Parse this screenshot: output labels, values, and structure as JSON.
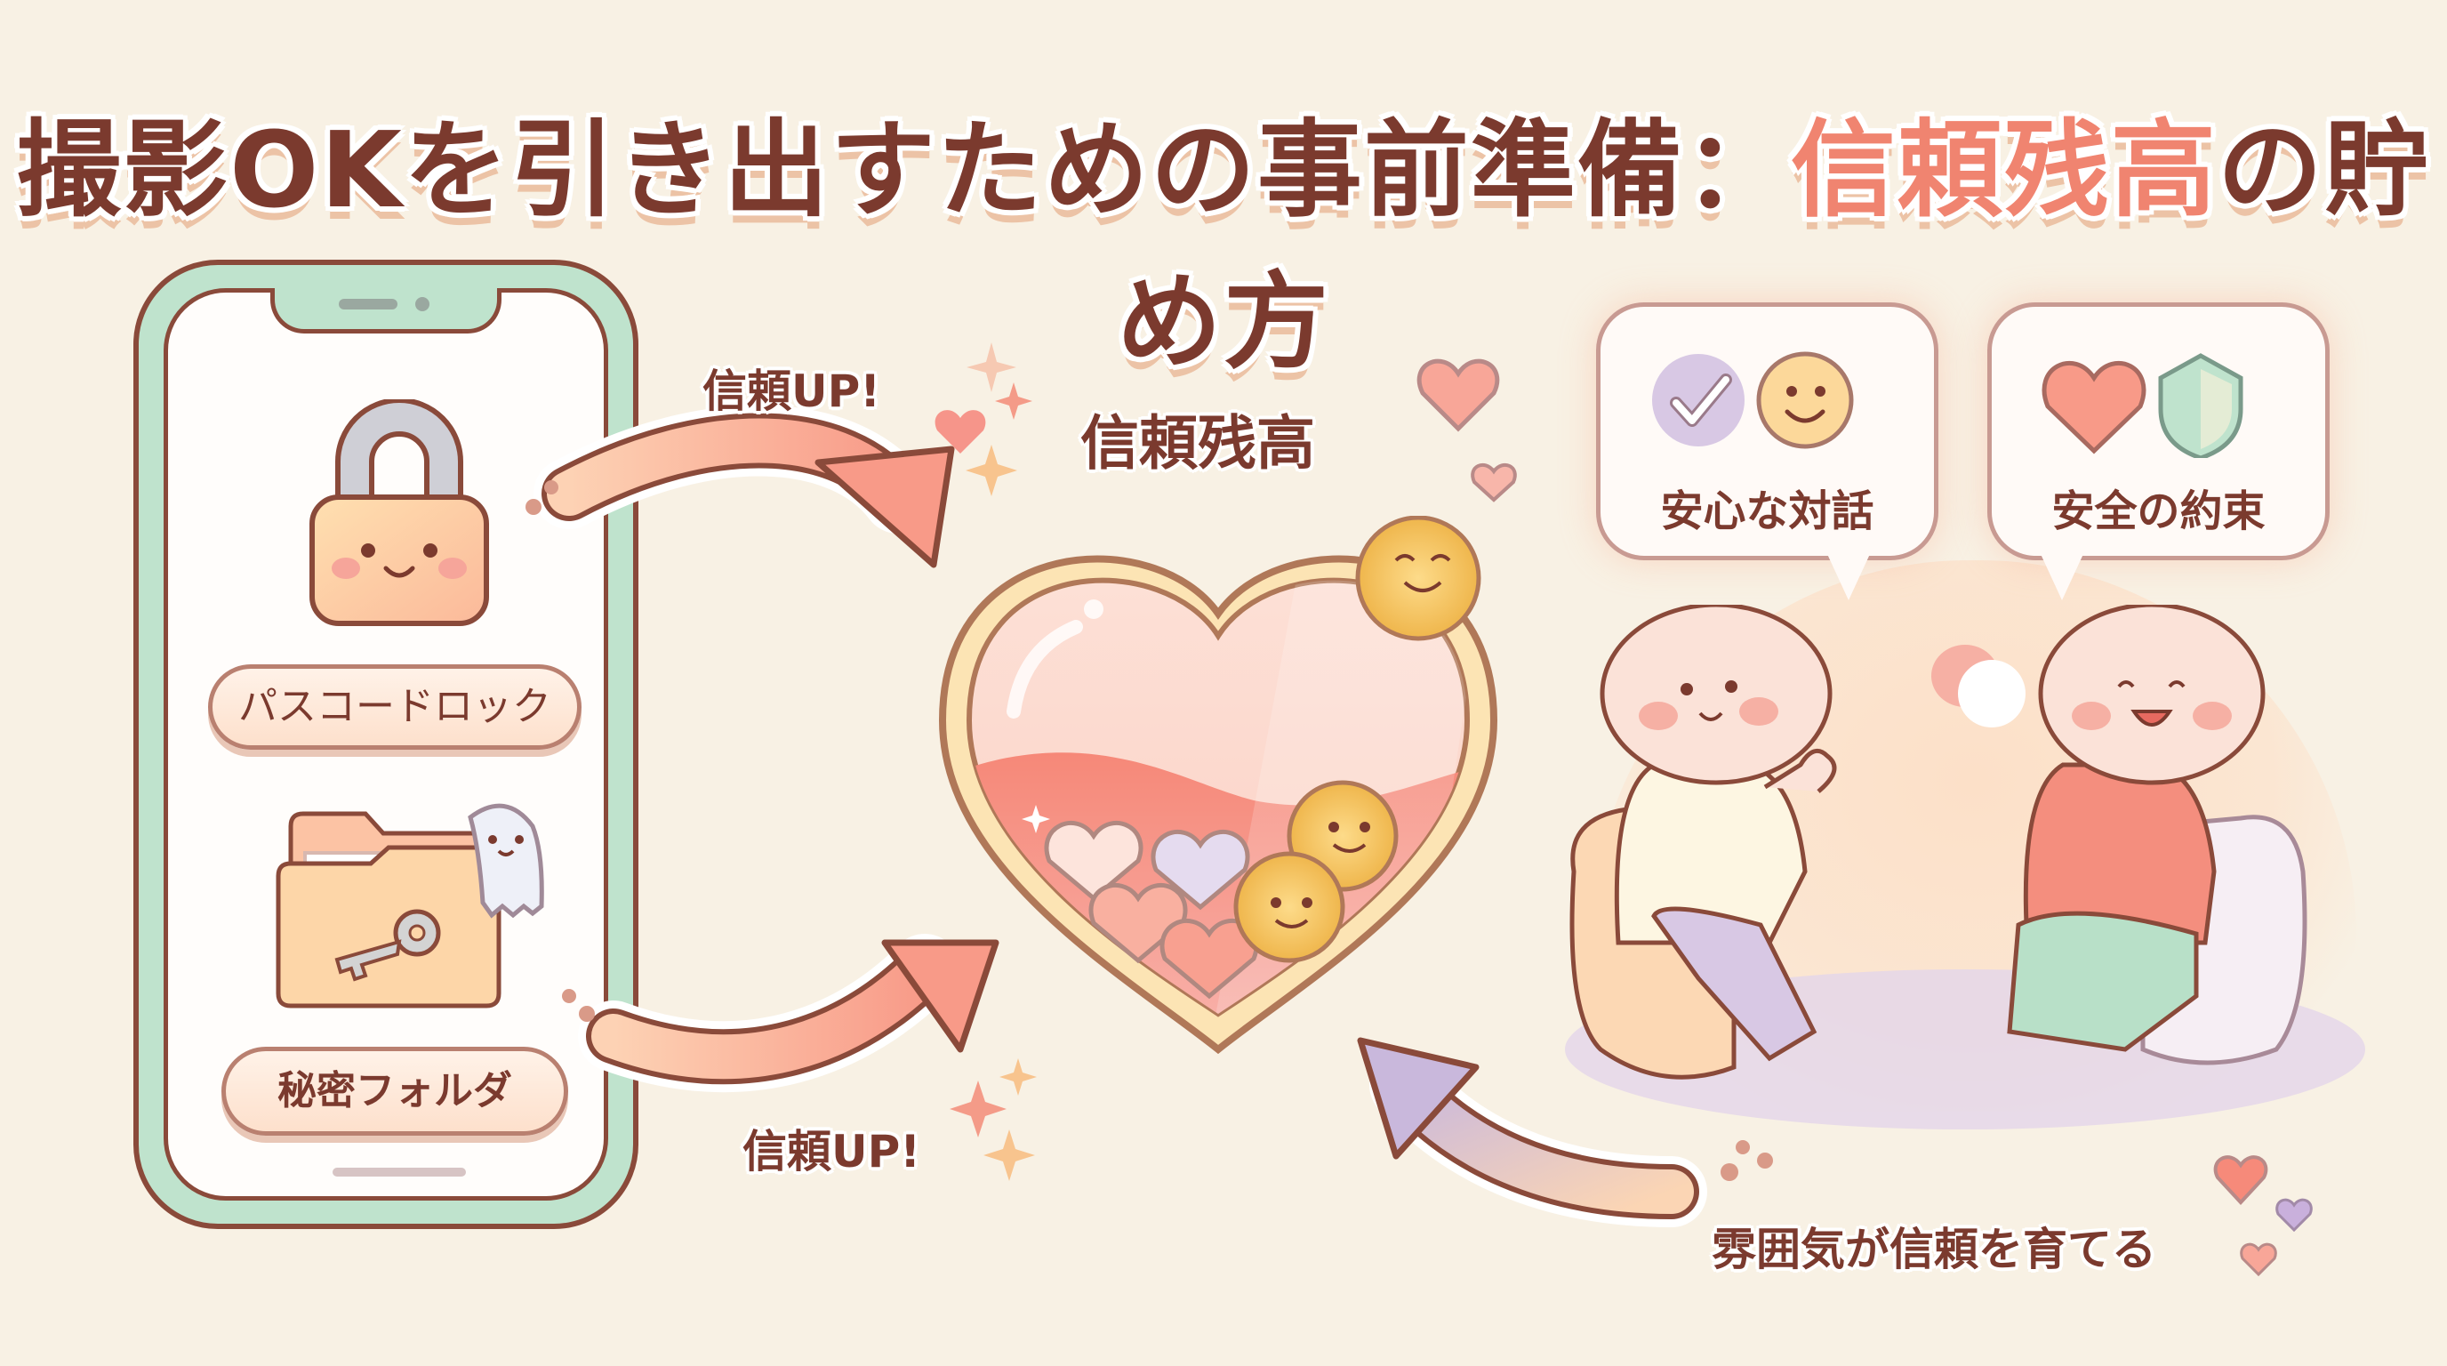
{
  "title": {
    "prefix": "撮影OKを引き出すための事前準備：",
    "highlight": "信頼残高",
    "suffix": "の貯め方"
  },
  "phone": {
    "items": [
      {
        "label": "パスコードロック",
        "icon": "smiling-padlock-icon"
      },
      {
        "label": "秘密フォルダ",
        "icon": "folder-with-key-and-ghost-icon"
      }
    ]
  },
  "arrows": {
    "top_label": "信頼UP!",
    "bottom_label": "信頼UP!",
    "return_label": "雰囲気が信頼を育てる"
  },
  "center": {
    "label": "信頼残高",
    "icon": "heart-jar-with-coins-icon"
  },
  "bubbles": [
    {
      "label": "安心な対話",
      "icons": [
        "checkmark-icon",
        "smiley-face-icon"
      ]
    },
    {
      "label": "安全の約束",
      "icons": [
        "heart-icon",
        "shield-icon"
      ]
    }
  ],
  "scene": {
    "description": "two-people-talking-on-cushions"
  },
  "colors": {
    "background": "#f8f1e4",
    "text_brown": "#7b3a2e",
    "accent_coral": "#f08470",
    "phone_mint": "#bfe3cd",
    "arrow_lavender": "#c9b8dc"
  }
}
